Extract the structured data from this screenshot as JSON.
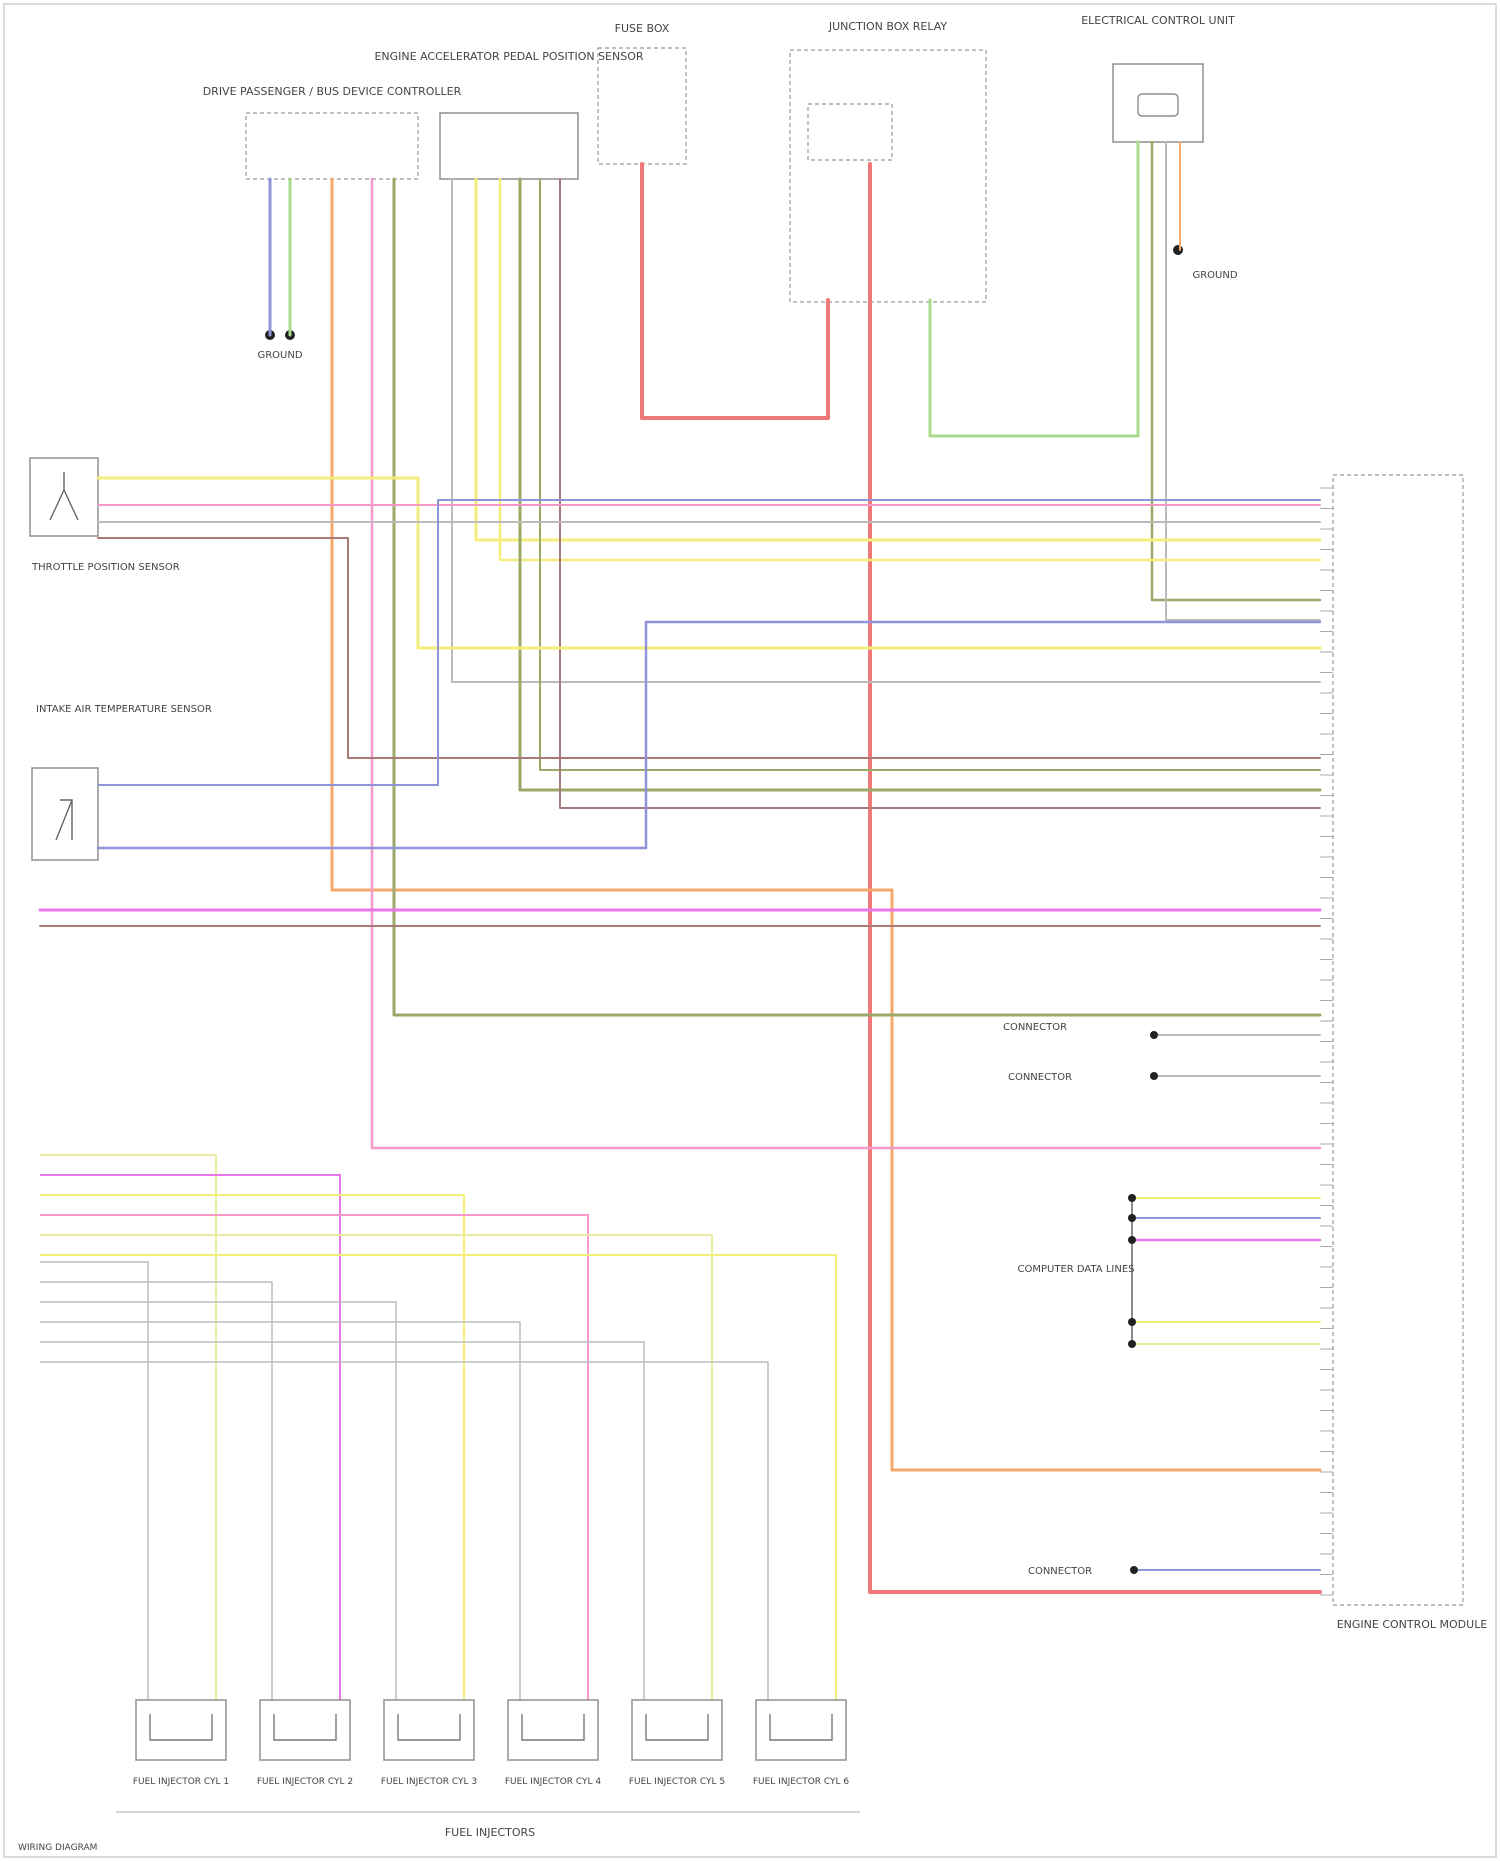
{
  "labels": {
    "steering_module": "DRIVE PASSENGER / BUS DEVICE CONTROLLER",
    "pedal_module": "ENGINE ACCELERATOR PEDAL POSITION SENSOR",
    "fuse_box": "FUSE BOX",
    "relay_box": "JUNCTION BOX RELAY",
    "power_module": "ELECTRICAL CONTROL UNIT",
    "throttle_sensor": "THROTTLE POSITION SENSOR",
    "temp_sensor": "INTAKE AIR TEMPERATURE SENSOR",
    "ground_left": "GROUND",
    "ground_right": "GROUND",
    "connector_note_1": "CONNECTOR",
    "connector_note_2": "CONNECTOR",
    "connector_note_3": "CONNECTOR",
    "comp_cluster": "COMPUTER DATA LINES",
    "injectors_caption": "FUEL INJECTORS",
    "ecm_label": "ENGINE CONTROL MODULE",
    "footer": "WIRING DIAGRAM"
  },
  "injectors": [
    {
      "name": "FUEL INJECTOR CYL 1"
    },
    {
      "name": "FUEL INJECTOR CYL 2"
    },
    {
      "name": "FUEL INJECTOR CYL 3"
    },
    {
      "name": "FUEL INJECTOR CYL 4"
    },
    {
      "name": "FUEL INJECTOR CYL 5"
    },
    {
      "name": "FUEL INJECTOR CYL 6"
    }
  ],
  "colors": {
    "red": "#f07878",
    "yellow": "#f3ee7a",
    "green": "#a9d98a",
    "olive": "#9aa86a",
    "blue": "#8f93d8",
    "pink": "#f59ac8",
    "magenta": "#e878e8",
    "orange": "#f7a86a",
    "brown": "#a87a7a",
    "grey": "#bbbbbb",
    "lightyellow": "#ece9a0"
  }
}
